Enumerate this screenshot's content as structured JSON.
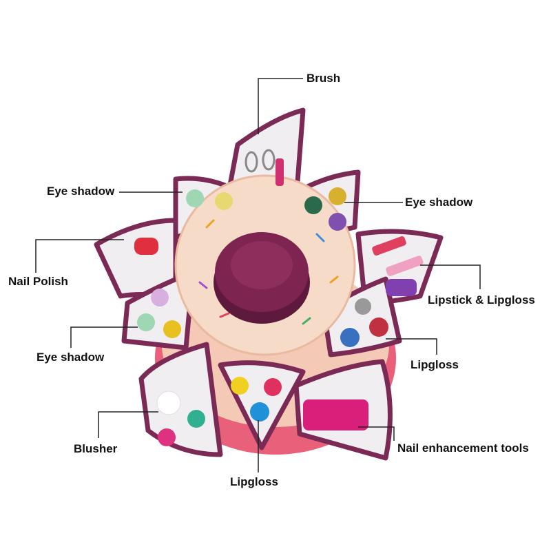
{
  "labels": {
    "brush": "Brush",
    "eye_shadow_top_left": "Eye shadow",
    "eye_shadow_top_right": "Eye shadow",
    "nail_polish": "Nail Polish",
    "lipstick_lipgloss": "Lipstick & Lipgloss",
    "eye_shadow_left": "Eye shadow",
    "lipgloss_right": "Lipgloss",
    "blusher": "Blusher",
    "nail_enhancement_tools": "Nail enhancement tools",
    "lipgloss_bottom": "Lipgloss"
  },
  "colors": {
    "petal_border": "#7a2a55",
    "petal_fill": "#f1eef2",
    "donut": "#f6dcc8",
    "base": "#e8607a",
    "knob": "#7d2450"
  }
}
